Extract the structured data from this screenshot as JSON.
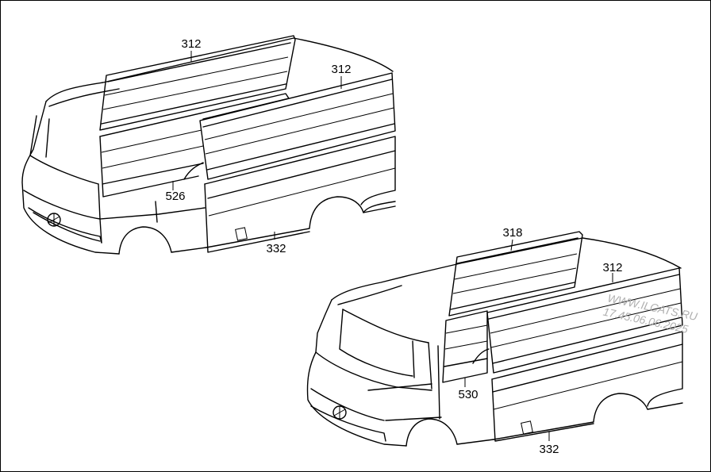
{
  "labels": {
    "upper_rear_panel": "312",
    "upper_side_panel": "312",
    "upper_pillar": "526",
    "upper_lower_panel": "332",
    "lower_rear_panel": "318",
    "lower_side_panel": "312",
    "lower_pillar": "530",
    "lower_lower_panel": "332"
  },
  "watermark": {
    "line1": "WWW.ILCATS.RU",
    "line2": "17.45.06.06.2025"
  }
}
